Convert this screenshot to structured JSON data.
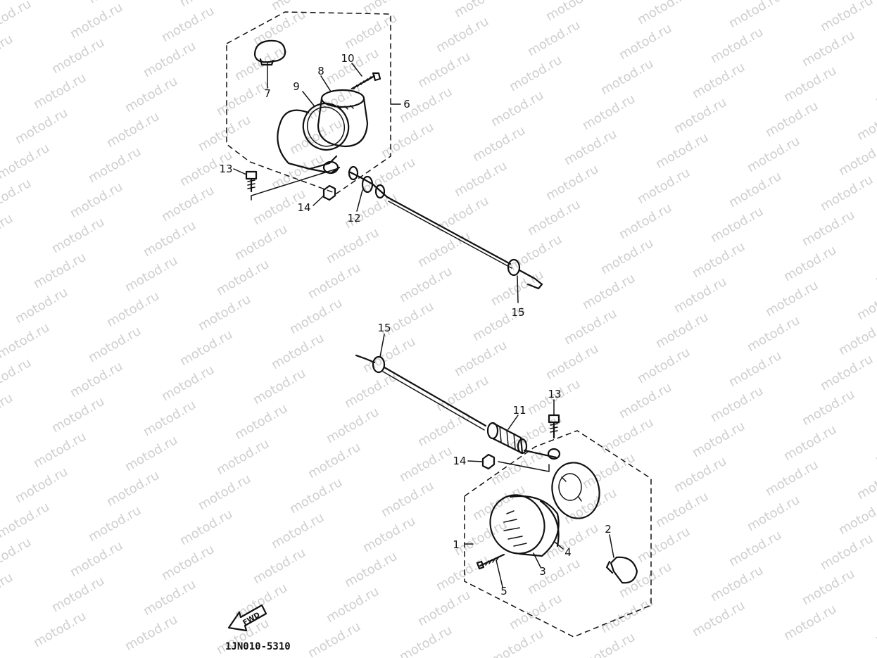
{
  "watermark": "motod.ru",
  "diagram_code": "1JN010-5310",
  "fwd_arrow_label": "FWD",
  "callouts": {
    "c1": "1",
    "c2": "2",
    "c3": "3",
    "c4": "4",
    "c5": "5",
    "c6": "6",
    "c7": "7",
    "c8": "8",
    "c9": "9",
    "c10": "10",
    "c11": "11",
    "c12": "12",
    "c13_top": "13",
    "c13_bottom": "13",
    "c14_top": "14",
    "c14_bottom": "14",
    "c15_top": "15",
    "c15_bottom": "15"
  }
}
